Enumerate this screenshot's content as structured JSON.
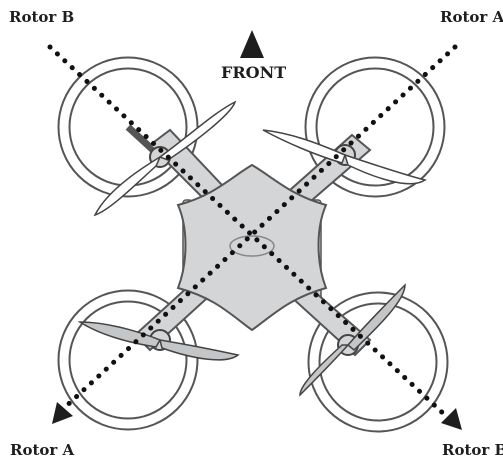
{
  "labels": {
    "rotor_top_left": "Rotor B",
    "rotor_top_right": "Rotor A",
    "rotor_bottom_left": "Rotor A",
    "rotor_bottom_right": "Rotor B",
    "front": "FRONT"
  },
  "colors": {
    "ink": "#1e1e1e",
    "body_fill": "#d3d5d7",
    "outline": "#555555",
    "guard_fill": "#ffffff",
    "front_prop_fill": "#ffffff",
    "rear_prop_fill": "#c4c6c8",
    "dot": "#111111"
  }
}
